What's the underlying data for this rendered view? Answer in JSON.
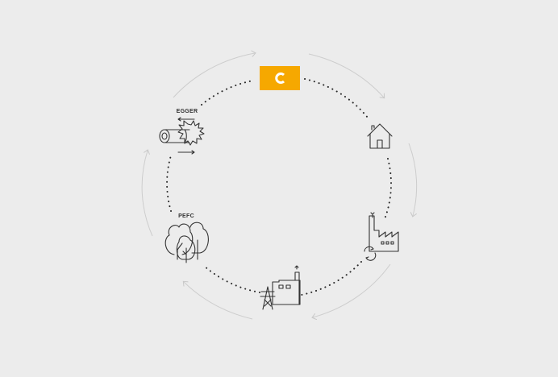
{
  "diagram": {
    "logo": {
      "letter": "C",
      "color": "#f6a800",
      "icon": "brand-c-logo"
    },
    "nodes": [
      {
        "id": "house",
        "icon": "house-icon",
        "label": ""
      },
      {
        "id": "factory",
        "icon": "factory-recycle-icon",
        "label": ""
      },
      {
        "id": "power-plant",
        "icon": "power-plant-icon",
        "label": ""
      },
      {
        "id": "forest",
        "icon": "forest-icon",
        "label": "PEFC"
      },
      {
        "id": "sawmill",
        "icon": "log-saw-icon",
        "label": "EGGER"
      }
    ],
    "colors": {
      "background": "#ececec",
      "ink": "#333333",
      "dots": "#2a2a2a",
      "arrows": "#cccccc",
      "accent": "#f6a800"
    }
  }
}
